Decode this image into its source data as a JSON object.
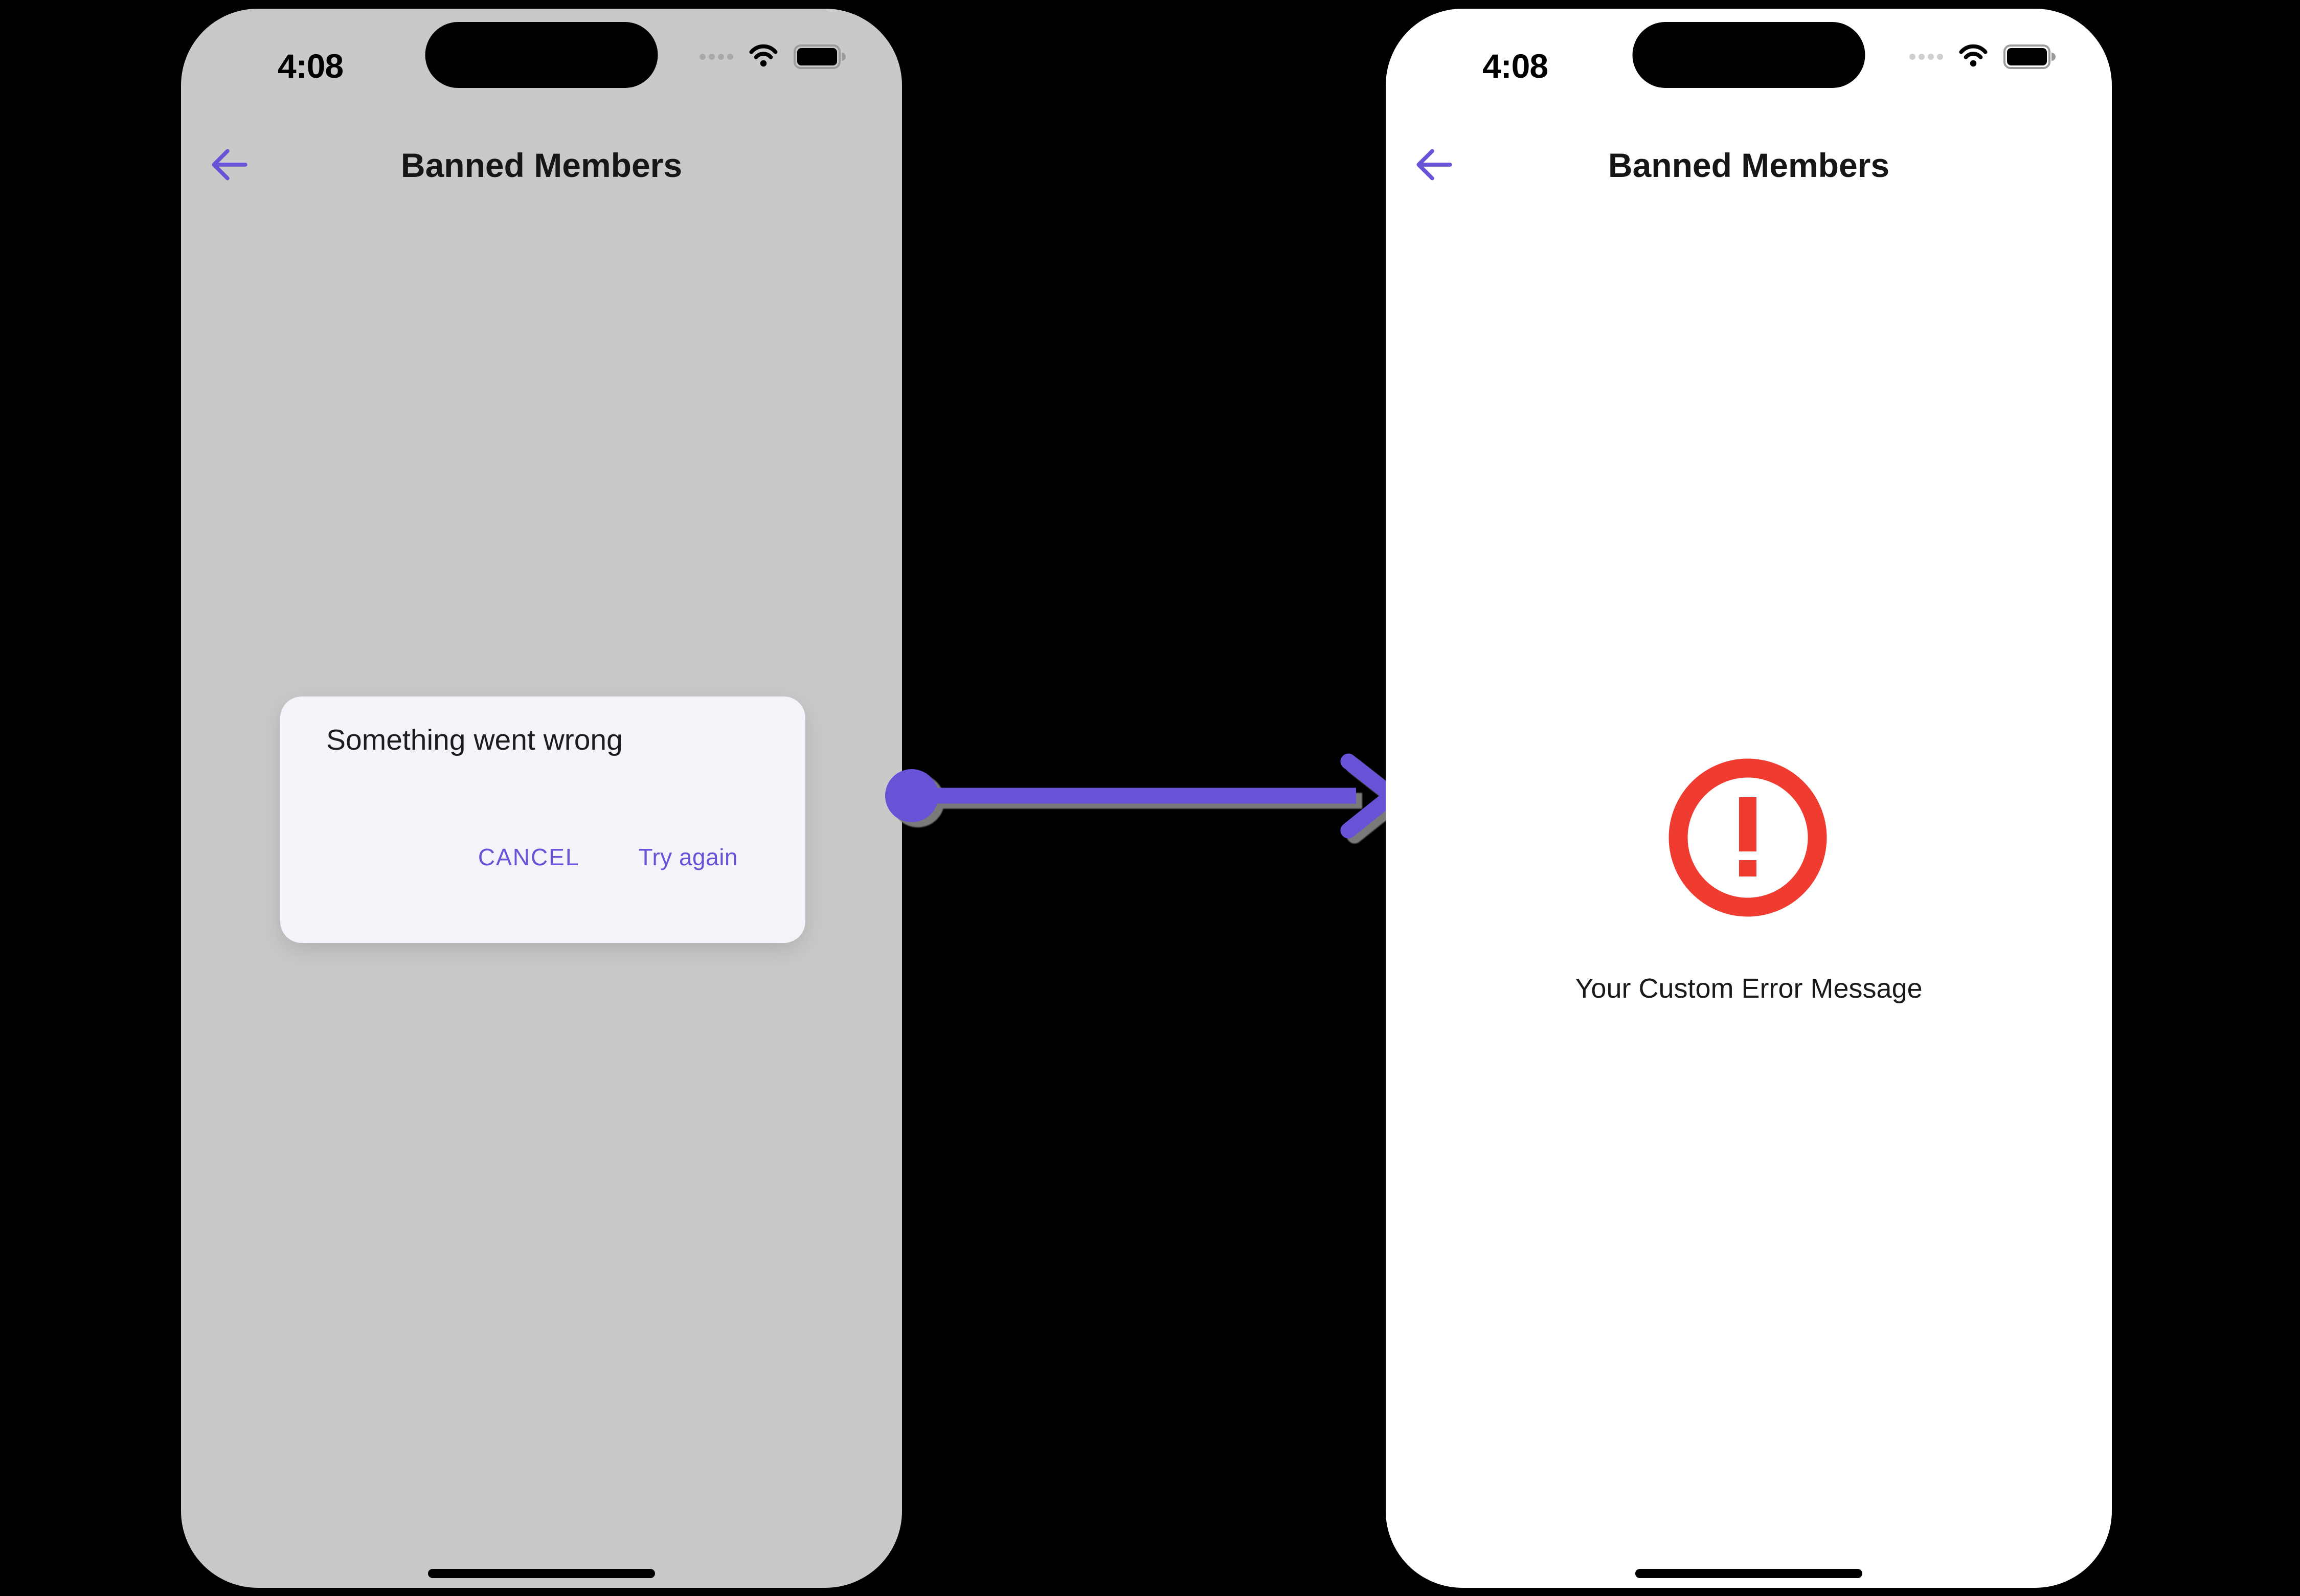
{
  "colors": {
    "page_background": "#000000",
    "primary_purple": "#6852D6",
    "error_red": "#EF3B30",
    "left_screen_dimmed": "#C9C9C9",
    "right_screen": "#FFFFFF",
    "dialog_surface": "#F5F2FA",
    "text_primary": "#161616"
  },
  "left_phone": {
    "status_bar": {
      "time": "4:08",
      "icons": [
        "cellular-dots-icon",
        "wifi-icon",
        "battery-icon"
      ]
    },
    "header": {
      "back_icon": "arrow-left-icon",
      "title": "Banned Members"
    },
    "dialog": {
      "title": "Something went wrong",
      "actions": {
        "cancel": "CANCEL",
        "try_again": "Try again"
      }
    }
  },
  "right_phone": {
    "status_bar": {
      "time": "4:08",
      "icons": [
        "cellular-dots-icon",
        "wifi-icon",
        "battery-icon"
      ]
    },
    "header": {
      "back_icon": "arrow-left-icon",
      "title": "Banned Members"
    },
    "error_state": {
      "icon": "alert-circle-icon",
      "message": "Your Custom Error Message"
    }
  },
  "connector": {
    "type": "arrow",
    "direction": "left-to-right"
  }
}
